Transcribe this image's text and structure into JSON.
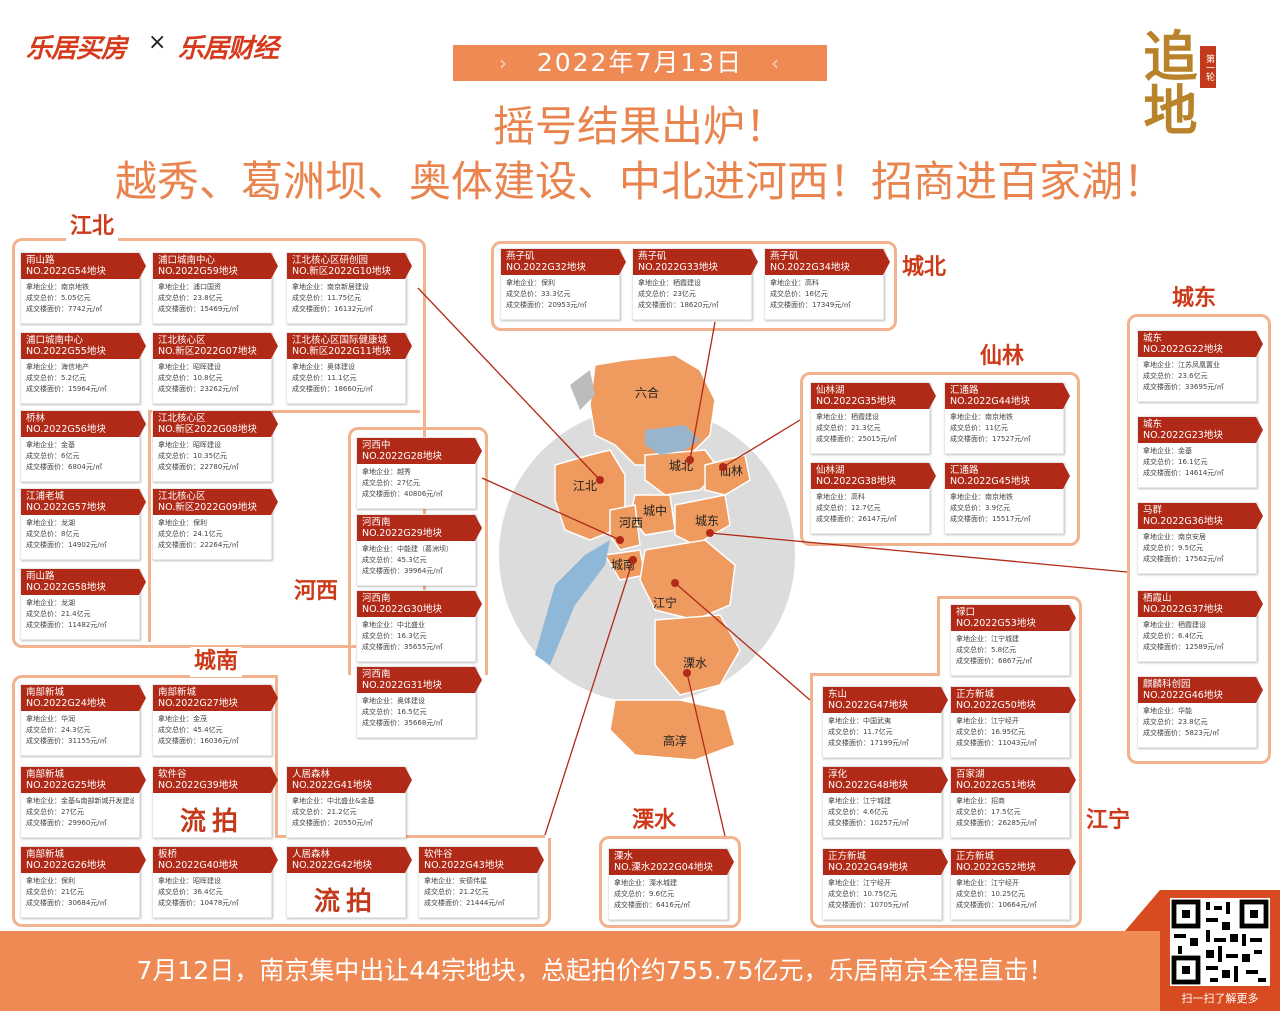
{
  "header": {
    "logo_left": "乐居买房",
    "logo_sep": "×",
    "logo_right": "乐居财经",
    "date": "2022年7月13日",
    "title1": "摇号结果出炉！",
    "title2": "越秀、葛洲坝、奥体建设、中北进河西！招商进百家湖！",
    "seal_text": "追地",
    "seal_sub": "第一轮"
  },
  "regions": {
    "jiangbei": "江北",
    "chengbei": "城北",
    "chengdong": "城东",
    "xianlin": "仙林",
    "hexi": "河西",
    "chengnan": "城南",
    "lishui": "溧水",
    "jiangning": "江宁"
  },
  "map": {
    "liuhe": "六合",
    "jiangbei": "江北",
    "chengbei": "城北",
    "xianlin": "仙林",
    "chengzhong": "城中",
    "chengdong": "城东",
    "hexi": "河西",
    "chengnan": "城南",
    "jiangning": "江宁",
    "lishui": "溧水",
    "gaochun": "高淳"
  },
  "cards": {
    "g54": {
      "area": "雨山路",
      "no": "NO.2022G54地块",
      "c": "拿地企业：南京地铁",
      "t": "成交总价：5.05亿元",
      "p": "成交楼面价：7742元/㎡"
    },
    "g59": {
      "area": "浦口城南中心",
      "no": "NO.2022G59地块",
      "c": "拿地企业：浦口国资",
      "t": "成交总价：23.8亿元",
      "p": "成交楼面价：15469元/㎡"
    },
    "g10": {
      "area": "江北核心区研创园",
      "no": "NO.新区2022G10地块",
      "c": "拿地企业：南京新居建设",
      "t": "成交总价：11.75亿元",
      "p": "成交楼面价：16132元/㎡"
    },
    "g55": {
      "area": "浦口城南中心",
      "no": "NO.2022G55地块",
      "c": "拿地企业：海信地产",
      "t": "成交总价：5.2亿元",
      "p": "成交楼面价：15964元/㎡"
    },
    "g07": {
      "area": "江北核心区",
      "no": "NO.新区2022G07地块",
      "c": "拿地企业：昭晖建设",
      "t": "成交总价：10.8亿元",
      "p": "成交楼面价：23262元/㎡"
    },
    "g11": {
      "area": "江北核心区国际健康城",
      "no": "NO.新区2022G11地块",
      "c": "拿地企业：奥体建设",
      "t": "成交总价：11.1亿元",
      "p": "成交楼面价：18660元/㎡"
    },
    "g56": {
      "area": "桥林",
      "no": "NO.2022G56地块",
      "c": "拿地企业：金基",
      "t": "成交总价：6亿元",
      "p": "成交楼面价：6804元/㎡"
    },
    "g08": {
      "area": "江北核心区",
      "no": "NO.新区2022G08地块",
      "c": "拿地企业：昭晖建设",
      "t": "成交总价：10.35亿元",
      "p": "成交楼面价：22780元/㎡"
    },
    "g57": {
      "area": "江浦老城",
      "no": "NO.2022G57地块",
      "c": "拿地企业：龙湖",
      "t": "成交总价：8亿元",
      "p": "成交楼面价：14902元/㎡"
    },
    "g09": {
      "area": "江北核心区",
      "no": "NO.新区2022G09地块",
      "c": "拿地企业：保利",
      "t": "成交总价：24.1亿元",
      "p": "成交楼面价：22264元/㎡"
    },
    "g58": {
      "area": "雨山路",
      "no": "NO.2022G58地块",
      "c": "拿地企业：龙湖",
      "t": "成交总价：21.4亿元",
      "p": "成交楼面价：11482元/㎡"
    },
    "g32": {
      "area": "燕子矶",
      "no": "NO.2022G32地块",
      "c": "拿地企业：保利",
      "t": "成交总价：33.3亿元",
      "p": "成交楼面价：20953元/㎡"
    },
    "g33": {
      "area": "燕子矶",
      "no": "NO.2022G33地块",
      "c": "拿地企业：栖霞建设",
      "t": "成交总价：23亿元",
      "p": "成交楼面价：18620元/㎡"
    },
    "g34": {
      "area": "燕子矶",
      "no": "NO.2022G34地块",
      "c": "拿地企业：高科",
      "t": "成交总价：16亿元",
      "p": "成交楼面价：17349元/㎡"
    },
    "g22": {
      "area": "城东",
      "no": "NO.2022G22地块",
      "c": "拿地企业：江苏凤凰置业",
      "t": "成交总价：23.6亿元",
      "p": "成交楼面价：33695元/㎡"
    },
    "g23": {
      "area": "城东",
      "no": "NO.2022G23地块",
      "c": "拿地企业：金基",
      "t": "成交总价：16.1亿元",
      "p": "成交楼面价：14614元/㎡"
    },
    "g36": {
      "area": "马群",
      "no": "NO.2022G36地块",
      "c": "拿地企业：南京安居",
      "t": "成交总价：9.5亿元",
      "p": "成交楼面价：17562元/㎡"
    },
    "g37": {
      "area": "栖霞山",
      "no": "NO.2022G37地块",
      "c": "拿地企业：栖霞建设",
      "t": "成交总价：6.4亿元",
      "p": "成交楼面价：12589元/㎡"
    },
    "g46": {
      "area": "麒麟科创园",
      "no": "NO.2022G46地块",
      "c": "拿地企业：华能",
      "t": "成交总价：23.8亿元",
      "p": "成交楼面价：5823元/㎡"
    },
    "g35": {
      "area": "仙林湖",
      "no": "NO.2022G35地块",
      "c": "拿地企业：栖霞建设",
      "t": "成交总价：21.3亿元",
      "p": "成交楼面价：25015元/㎡"
    },
    "g44": {
      "area": "汇通路",
      "no": "NO.2022G44地块",
      "c": "拿地企业：南京地铁",
      "t": "成交总价：11亿元",
      "p": "成交楼面价：17527元/㎡"
    },
    "g38": {
      "area": "仙林湖",
      "no": "NO.2022G38地块",
      "c": "拿地企业：高科",
      "t": "成交总价：12.7亿元",
      "p": "成交楼面价：26147元/㎡"
    },
    "g45": {
      "area": "汇通路",
      "no": "NO.2022G45地块",
      "c": "拿地企业：南京地铁",
      "t": "成交总价：3.9亿元",
      "p": "成交楼面价：15517元/㎡"
    },
    "g28": {
      "area": "河西中",
      "no": "NO.2022G28地块",
      "c": "拿地企业：越秀",
      "t": "成交总价：27亿元",
      "p": "成交楼面价：40806元/㎡"
    },
    "g29": {
      "area": "河西南",
      "no": "NO.2022G29地块",
      "c": "拿地企业：中能建（葛洲坝）",
      "t": "成交总价：45.3亿元",
      "p": "成交楼面价：39964元/㎡"
    },
    "g30": {
      "area": "河西南",
      "no": "NO.2022G30地块",
      "c": "拿地企业：中北盛业",
      "t": "成交总价：16.3亿元",
      "p": "成交楼面价：35655元/㎡"
    },
    "g31": {
      "area": "河西南",
      "no": "NO.2022G31地块",
      "c": "拿地企业：奥体建设",
      "t": "成交总价：16.5亿元",
      "p": "成交楼面价：35668元/㎡"
    },
    "g24": {
      "area": "南部新城",
      "no": "NO.2022G24地块",
      "c": "拿地企业：华润",
      "t": "成交总价：24.3亿元",
      "p": "成交楼面价：31155元/㎡"
    },
    "g27": {
      "area": "南部新城",
      "no": "NO.2022G27地块",
      "c": "拿地企业：金茂",
      "t": "成交总价：45.4亿元",
      "p": "成交楼面价：16036元/㎡"
    },
    "g25": {
      "area": "南部新城",
      "no": "NO.2022G25地块",
      "c": "拿地企业：金基&南部新城开发建设",
      "t": "成交总价：27亿元",
      "p": "成交楼面价：29960元/㎡"
    },
    "g39": {
      "area": "软件谷",
      "no": "NO.2022G39地块",
      "big": "流拍"
    },
    "g41": {
      "area": "人居森林",
      "no": "NO.2022G41地块",
      "c": "拿地企业：中北盛业&金基",
      "t": "成交总价：21.2亿元",
      "p": "成交楼面价：20550元/㎡"
    },
    "g26": {
      "area": "南部新城",
      "no": "NO.2022G26地块",
      "c": "拿地企业：保利",
      "t": "成交总价：21亿元",
      "p": "成交楼面价：30684元/㎡"
    },
    "g40": {
      "area": "板桥",
      "no": "NO.2022G40地块",
      "c": "拿地企业：昭晖建设",
      "t": "成交总价：36.4亿元",
      "p": "成交楼面价：10478元/㎡"
    },
    "g42": {
      "area": "人居森林",
      "no": "NO.2022G42地块",
      "big": "流拍"
    },
    "g43": {
      "area": "软件谷",
      "no": "NO.2022G43地块",
      "c": "拿地企业：安德伟星",
      "t": "成交总价：21.2亿元",
      "p": "成交楼面价：21444元/㎡"
    },
    "g04": {
      "area": "溧水",
      "no": "NO.溧水2022G04地块",
      "c": "拿地企业：溧水城建",
      "t": "成交总价：9.6亿元",
      "p": "成交楼面价：6416元/㎡"
    },
    "g53": {
      "area": "禄口",
      "no": "NO.2022G53地块",
      "c": "拿地企业：江宁城建",
      "t": "成交总价：5.8亿元",
      "p": "成交楼面价：6867元/㎡"
    },
    "g47": {
      "area": "东山",
      "no": "NO.2022G47地块",
      "c": "拿地企业：中国武夷",
      "t": "成交总价：11.7亿元",
      "p": "成交楼面价：17199元/㎡"
    },
    "g50": {
      "area": "正方新城",
      "no": "NO.2022G50地块",
      "c": "拿地企业：江宁经开",
      "t": "成交总价：16.95亿元",
      "p": "成交楼面价：11043元/㎡"
    },
    "g48": {
      "area": "淳化",
      "no": "NO.2022G48地块",
      "c": "拿地企业：江宁城建",
      "t": "成交总价：4.6亿元",
      "p": "成交楼面价：10257元/㎡"
    },
    "g51": {
      "area": "百家湖",
      "no": "NO.2022G51地块",
      "c": "拿地企业：招商",
      "t": "成交总价：17.5亿元",
      "p": "成交楼面价：26285元/㎡"
    },
    "g49": {
      "area": "正方新城",
      "no": "NO.2022G49地块",
      "c": "拿地企业：江宁经开",
      "t": "成交总价：10.75亿元",
      "p": "成交楼面价：10705元/㎡"
    },
    "g52": {
      "area": "正方新城",
      "no": "NO.2022G52地块",
      "c": "拿地企业：江宁经开",
      "t": "成交总价：10.25亿元",
      "p": "成交楼面价：10664元/㎡"
    }
  },
  "footer": {
    "text": "7月12日，南京集中出让44宗地块，总起拍价约755.75亿元，乐居南京全程直击！",
    "qr_caption": "扫一扫了解更多"
  },
  "colors": {
    "accent": "#ef8a55",
    "card_header": "#b02a17",
    "region_label": "#cc3a1a",
    "map_fill": "#ef9a5e"
  }
}
